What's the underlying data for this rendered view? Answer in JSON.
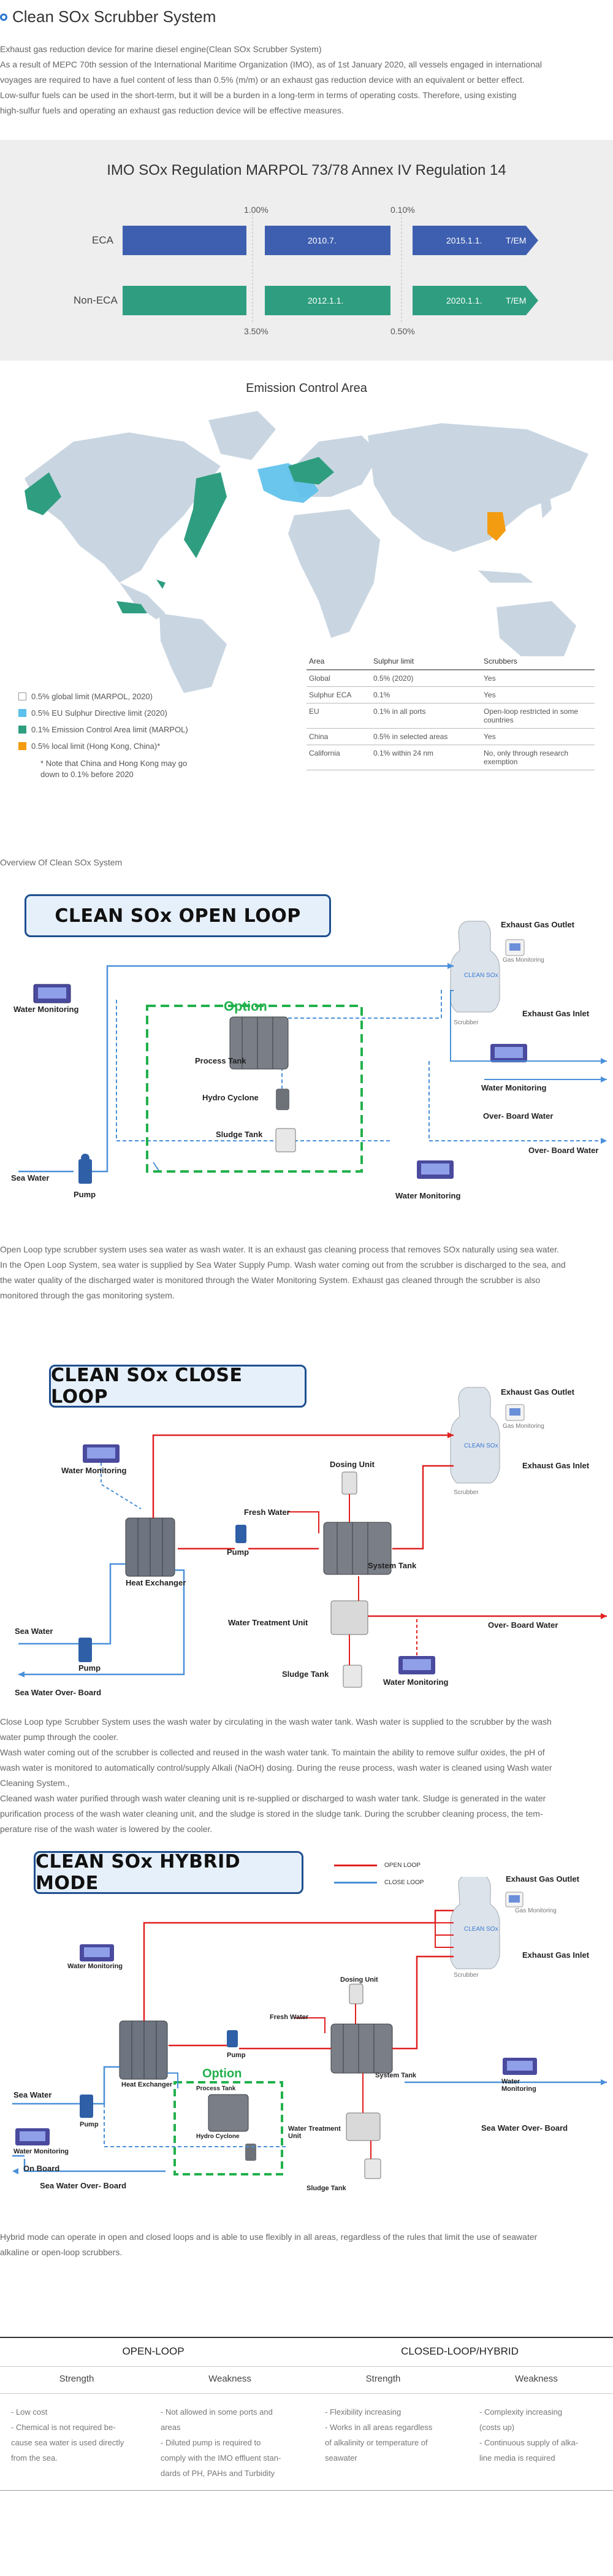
{
  "page": {
    "title": "Clean SOx Scrubber System",
    "intro": [
      "Exhaust gas reduction device for marine diesel engine(Clean SOx Scrubber System)",
      "As a result of MEPC 70th session of the International Maritime Organization (IMO), as of 1st January 2020, all vessels engaged in international",
      "voyages are required to have a fuel content of less than 0.5% (m/m) or an exhaust gas reduction device with an equivalent or better effect.",
      "Low-sulfur fuels can be used in the short-term, but it will be a burden in a long-term in terms of operating costs. Therefore, using existing",
      "high-sulfur fuels and operating an exhaust gas reduction device will be effective measures."
    ]
  },
  "regulation": {
    "title": "IMO SOx Regulation MARPOL 73/78 Annex IV Regulation 14",
    "top_labels": [
      "1.00%",
      "0.10%"
    ],
    "bottom_labels": [
      "3.50%",
      "0.50%"
    ],
    "rows": [
      {
        "label": "ECA",
        "date1": "2010.7.",
        "date2": "2015.1.1.",
        "end": "T/EM"
      },
      {
        "label": "Non-ECA",
        "date1": "2012.1.1.",
        "date2": "2020.1.1.",
        "end": "T/EM"
      }
    ],
    "colors": {
      "eca": "#3e5fb0",
      "non_eca": "#2f9e80",
      "bg": "#eeeeee"
    }
  },
  "map": {
    "title": "Emission Control Area",
    "legend": [
      {
        "label": "0.5% global limit (MARPOL, 2020)",
        "color": "#ffffff"
      },
      {
        "label": "0.5% EU Sulphur Directive limit (2020)",
        "color": "#5bc0eb"
      },
      {
        "label": "0.1% Emission Control Area limit (MARPOL)",
        "color": "#2f9e80"
      },
      {
        "label": "0.5% local limit (Hong Kong, China)*",
        "color": "#f39c12"
      }
    ],
    "note": "* Note that China and Hong Kong may go down to 0.1% before 2020",
    "table": {
      "headers": [
        "Area",
        "Sulphur limit",
        "Scrubbers"
      ],
      "rows": [
        [
          "Global",
          "0.5% (2020)",
          "Yes"
        ],
        [
          "Sulphur ECA",
          "0.1%",
          "Yes"
        ],
        [
          "EU",
          "0.1% in all ports",
          "Open-loop restricted in some countries"
        ],
        [
          "China",
          "0.5% in selected areas",
          "Yes"
        ],
        [
          "California",
          "0.1% within 24 nm",
          "No, only through research exemption"
        ]
      ]
    }
  },
  "overview_title": "Overview Of Clean SOx System",
  "open_loop": {
    "title": "CLEAN SOx OPEN LOOP",
    "labels": {
      "exhaust_outlet": "Exhaust Gas Outlet",
      "gas_monitoring": "Gas Monitoring",
      "clean_sox": "CLEAN SOx",
      "scrubber": "Scrubber",
      "exhaust_inlet": "Exhaust Gas Inlet",
      "water_monitoring_left": "Water Monitoring",
      "option": "Option",
      "process_tank": "Process Tank",
      "hydro_cyclone": "Hydro Cyclone",
      "sludge_tank": "Sludge Tank",
      "water_monitoring_right": "Water Monitoring",
      "overboard_1": "Over- Board Water",
      "overboard_2": "Over- Board Water",
      "sea_water": "Sea Water",
      "pump": "Pump",
      "water_monitoring_bottom": "Water Monitoring"
    },
    "text": [
      "Open Loop type scrubber system uses sea water as wash water. It is an exhaust gas cleaning process that removes SOx naturally using sea water.",
      "In the Open Loop System, sea water is supplied by Sea Water Supply Pump. Wash water coming out from the scrubber is discharged to the sea, and",
      "the water quality of the discharged water is monitored through the Water Monitoring System. Exhaust gas cleaned through the scrubber is also",
      "monitored through the gas monitoring system."
    ]
  },
  "close_loop": {
    "title": "CLEAN SOx CLOSE LOOP",
    "labels": {
      "exhaust_outlet": "Exhaust Gas Outlet",
      "gas_monitoring": "Gas Monitoring",
      "clean_sox": "CLEAN SOx",
      "scrubber": "Scrubber",
      "exhaust_inlet": "Exhaust Gas Inlet",
      "water_monitoring_top": "Water Monitoring",
      "dosing_unit": "Dosing Unit",
      "fresh_water": "Fresh Water",
      "heat_exchanger": "Heat Exchanger",
      "pump_top": "Pump",
      "system_tank": "System Tank",
      "sea_water": "Sea Water",
      "pump_left": "Pump",
      "water_treatment": "Water Treatment Unit",
      "overboard": "Over- Board Water",
      "sludge_tank": "Sludge Tank",
      "water_monitoring_bottom": "Water Monitoring",
      "sea_water_overboard": "Sea Water Over- Board"
    },
    "text": [
      "Close Loop type Scrubber System uses the wash water by circulating in the wash water tank. Wash water is supplied to the scrubber by the wash",
      "water pump through the cooler.",
      "Wash water coming out of the scrubber is collected and reused in the wash water tank. To maintain the ability to remove sulfur oxides, the pH of",
      "wash water is monitored to automatically control/supply Alkali (NaOH) dosing. During the reuse process, wash water is cleaned using Wash water",
      "Cleaning System.,",
      "Cleaned wash water purified through wash water cleaning unit is re-supplied or discharged to wash water tank. Sludge is generated in the water",
      "purification process of the wash water cleaning unit, and the sludge is stored in the sludge tank. During the scrubber cleaning process, the tem-",
      "perature rise of the wash water is lowered by the cooler."
    ]
  },
  "hybrid": {
    "title": "CLEAN SOx HYBRID MODE",
    "legend_open": "OPEN LOOP",
    "legend_close": "CLOSE LOOP",
    "labels": {
      "exhaust_outlet": "Exhaust Gas Outlet",
      "gas_monitoring": "Gas Monitoring",
      "clean_sox": "CLEAN SOx",
      "scrubber": "Scrubber",
      "exhaust_inlet": "Exhaust Gas Inlet",
      "water_monitoring_tl": "Water Monitoring",
      "dosing_unit": "Dosing Unit",
      "fresh_water": "Fresh Water",
      "pump_mid": "Pump",
      "heat_exchanger": "Heat Exchanger",
      "system_tank": "System Tank",
      "option": "Option",
      "process_tank": "Process Tank",
      "hydro_cyclone": "Hydro Cyclone",
      "water_treatment": "Water Treatment Unit",
      "water_monitoring_right": "Water Monitoring",
      "sea_water": "Sea Water",
      "pump_left": "Pump",
      "sea_water_overboard_right": "Sea Water Over- Board",
      "water_monitoring_left": "Water Monitoring",
      "on_board": "On Board",
      "sea_water_overboard_left": "Sea Water Over- Board",
      "sludge_tank": "Sludge Tank"
    },
    "text": [
      "Hybrid mode can operate in open and closed loops and is able to use flexibly in all areas, regardless of the rules that limit the use of seawater",
      "alkaline or open-loop scrubbers."
    ]
  },
  "comparison": {
    "open": {
      "title": "OPEN-LOOP",
      "strength_label": "Strength",
      "weakness_label": "Weakness",
      "strengths": [
        "- Low cost",
        "- Chemical is not required be-",
        "  cause sea water is used directly",
        "  from the sea."
      ],
      "weaknesses": [
        "- Not allowed in some ports and",
        "  areas",
        "- Diluted pump is required to",
        "  comply with the IMO effluent stan-",
        "  dards of PH, PAHs and Turbidity"
      ]
    },
    "closed": {
      "title": "CLOSED-LOOP/HYBRID",
      "strength_label": "Strength",
      "weakness_label": "Weakness",
      "strengths": [
        "- Flexibility increasing",
        "- Works in all areas regardless",
        "  of alkalinity or temperature of",
        "  seawater"
      ],
      "weaknesses": [
        "- Complexity increasing",
        "  (costs up)",
        "- Continuous supply of alka-",
        "  line media is required"
      ]
    }
  }
}
